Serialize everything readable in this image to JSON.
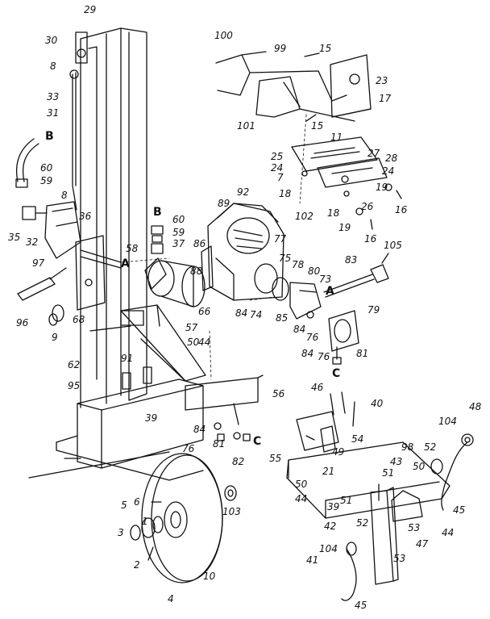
{
  "diagram": {
    "callouts": [
      "29",
      "30",
      "8",
      "33",
      "31",
      "B",
      "60",
      "59",
      "35",
      "32",
      "8",
      "36",
      "97",
      "96",
      "9",
      "68",
      "62",
      "95",
      "91",
      "39",
      "50",
      "44",
      "58",
      "A",
      "66",
      "57",
      "B",
      "60",
      "59",
      "37",
      "100",
      "99",
      "15",
      "23",
      "17",
      "101",
      "15",
      "11",
      "25",
      "27",
      "28",
      "24",
      "24",
      "7",
      "18",
      "18",
      "102",
      "26",
      "19",
      "16",
      "19",
      "16",
      "92",
      "89",
      "86",
      "77",
      "75",
      "78",
      "80",
      "73",
      "88",
      "84",
      "74",
      "85",
      "84",
      "76",
      "84",
      "76",
      "79",
      "81",
      "C",
      "105",
      "83",
      "A",
      "84",
      "81",
      "C",
      "82",
      "76",
      "103",
      "5",
      "6",
      "1",
      "3",
      "2",
      "4",
      "10",
      "56",
      "46",
      "40",
      "55",
      "49",
      "54",
      "21",
      "98",
      "43",
      "51",
      "50",
      "52",
      "48",
      "104",
      "50",
      "44",
      "39",
      "42",
      "51",
      "52",
      "53",
      "53",
      "45",
      "44",
      "47",
      "104",
      "41",
      "45"
    ]
  }
}
